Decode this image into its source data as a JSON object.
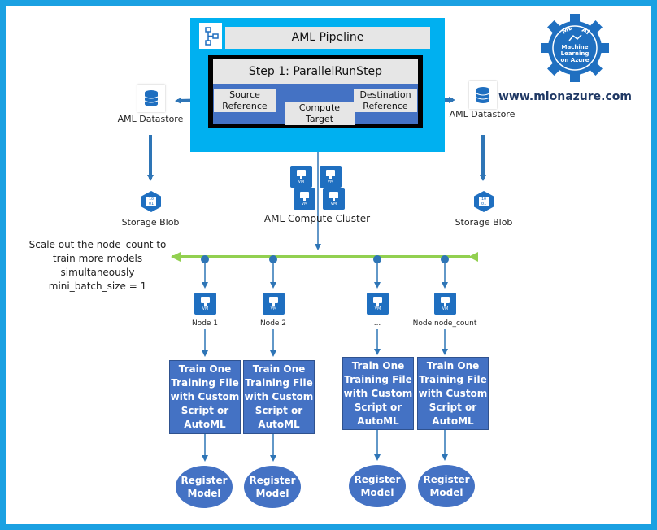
{
  "pipeline": {
    "title": "AML Pipeline",
    "step_title": "Step 1: ParallelRunStep",
    "source_reference": "Source Reference",
    "destination_reference": "Destination Reference",
    "compute_target": "Compute Target"
  },
  "datastores": {
    "left_label": "AML Datastore",
    "right_label": "AML Datastore"
  },
  "blobs": {
    "left_label": "Storage Blob",
    "right_label": "Storage Blob",
    "icon_text": "10 01"
  },
  "cluster": {
    "label": "AML Compute Cluster",
    "vm_text": "VM"
  },
  "scale_note": {
    "line1": "Scale out the node_count to",
    "line2": "train more models",
    "line3": "simultaneously",
    "line4": "mini_batch_size = 1"
  },
  "nodes": [
    {
      "label": "Node 1",
      "train": [
        "Train One",
        "Training File",
        "with Custom",
        "Script or",
        "AutoML"
      ],
      "register": [
        "Register",
        "Model"
      ]
    },
    {
      "label": "Node 2",
      "train": [
        "Train One",
        "Training File",
        "with Custom",
        "Script or",
        "AutoML"
      ],
      "register": [
        "Register",
        "Model"
      ]
    },
    {
      "label": "...",
      "train": [
        "Train One",
        "Training File",
        "with Custom",
        "Script or",
        "AutoML"
      ],
      "register": [
        "Register",
        "Model"
      ]
    },
    {
      "label": "Node node_count",
      "train": [
        "Train One",
        "Training File",
        "with Custom",
        "Script or",
        "AutoML"
      ],
      "register": [
        "Register",
        "Model"
      ]
    }
  ],
  "logo": {
    "ml": "ML",
    "ai": "AI",
    "line1": "Machine",
    "line2": "Learning",
    "line3": "on Azure"
  },
  "website": "www.mlonazure.com",
  "colors": {
    "frame": "#1ba1e2",
    "pipeline": "#00b0f0",
    "box_blue": "#4472c4",
    "arrow_blue": "#2e75b6",
    "green_bar": "#92d050",
    "logo_blue": "#1f6fc0"
  }
}
